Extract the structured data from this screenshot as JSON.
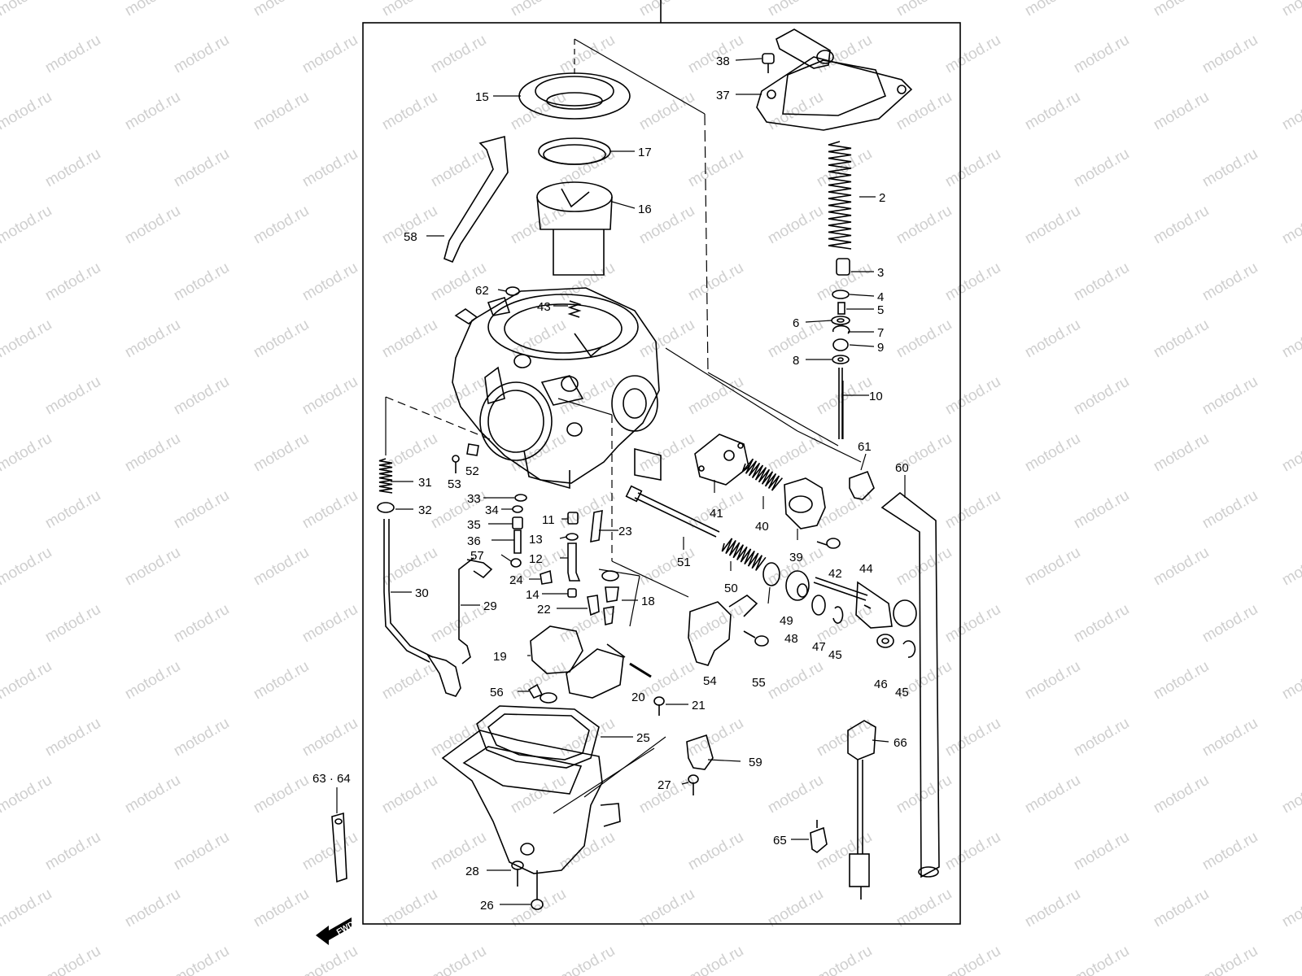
{
  "watermark": "motod.ru",
  "fwd_label": "FWD",
  "parts": [
    {
      "id": "p15",
      "label": "15"
    },
    {
      "id": "p17",
      "label": "17"
    },
    {
      "id": "p16",
      "label": "16"
    },
    {
      "id": "p58",
      "label": "58"
    },
    {
      "id": "p62",
      "label": "62"
    },
    {
      "id": "p43",
      "label": "43"
    },
    {
      "id": "p38",
      "label": "38"
    },
    {
      "id": "p37",
      "label": "37"
    },
    {
      "id": "p2",
      "label": "2"
    },
    {
      "id": "p3",
      "label": "3"
    },
    {
      "id": "p4",
      "label": "4"
    },
    {
      "id": "p5",
      "label": "5"
    },
    {
      "id": "p6",
      "label": "6"
    },
    {
      "id": "p7",
      "label": "7"
    },
    {
      "id": "p9",
      "label": "9"
    },
    {
      "id": "p8",
      "label": "8"
    },
    {
      "id": "p10",
      "label": "10"
    },
    {
      "id": "p61",
      "label": "61"
    },
    {
      "id": "p60",
      "label": "60"
    },
    {
      "id": "p31",
      "label": "31"
    },
    {
      "id": "p53",
      "label": "53"
    },
    {
      "id": "p52",
      "label": "52"
    },
    {
      "id": "p32",
      "label": "32"
    },
    {
      "id": "p33",
      "label": "33"
    },
    {
      "id": "p34",
      "label": "34"
    },
    {
      "id": "p35",
      "label": "35"
    },
    {
      "id": "p36",
      "label": "36"
    },
    {
      "id": "p57",
      "label": "57"
    },
    {
      "id": "p11",
      "label": "11"
    },
    {
      "id": "p13",
      "label": "13"
    },
    {
      "id": "p12",
      "label": "12"
    },
    {
      "id": "p23",
      "label": "23"
    },
    {
      "id": "p24",
      "label": "24"
    },
    {
      "id": "p14",
      "label": "14"
    },
    {
      "id": "p22",
      "label": "22"
    },
    {
      "id": "p18",
      "label": "18"
    },
    {
      "id": "p29",
      "label": "29"
    },
    {
      "id": "p30",
      "label": "30"
    },
    {
      "id": "p41",
      "label": "41"
    },
    {
      "id": "p40",
      "label": "40"
    },
    {
      "id": "p39",
      "label": "39"
    },
    {
      "id": "p42",
      "label": "42"
    },
    {
      "id": "p51",
      "label": "51"
    },
    {
      "id": "p50",
      "label": "50"
    },
    {
      "id": "p49",
      "label": "49"
    },
    {
      "id": "p48",
      "label": "48"
    },
    {
      "id": "p47",
      "label": "47"
    },
    {
      "id": "p45a",
      "label": "45"
    },
    {
      "id": "p44",
      "label": "44"
    },
    {
      "id": "p46",
      "label": "46"
    },
    {
      "id": "p45b",
      "label": "45"
    },
    {
      "id": "p54",
      "label": "54"
    },
    {
      "id": "p55",
      "label": "55"
    },
    {
      "id": "p19",
      "label": "19"
    },
    {
      "id": "p20",
      "label": "20"
    },
    {
      "id": "p56",
      "label": "56"
    },
    {
      "id": "p21",
      "label": "21"
    },
    {
      "id": "p25",
      "label": "25"
    },
    {
      "id": "p59",
      "label": "59"
    },
    {
      "id": "p66",
      "label": "66"
    },
    {
      "id": "p27",
      "label": "27"
    },
    {
      "id": "p6364",
      "label": "63 · 64"
    },
    {
      "id": "p65",
      "label": "65"
    },
    {
      "id": "p28",
      "label": "28"
    },
    {
      "id": "p26",
      "label": "26"
    }
  ]
}
